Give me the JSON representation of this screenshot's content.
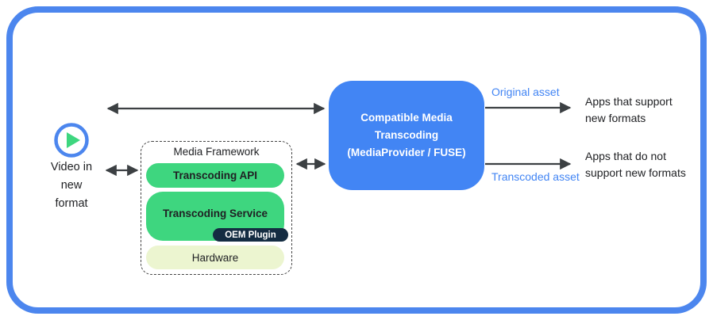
{
  "diagram": {
    "video_source": {
      "label": "Video in\nnew\nformat"
    },
    "media_framework": {
      "title": "Media Framework",
      "layers": {
        "transcoding_api": "Transcoding API",
        "transcoding_service": "Transcoding Service",
        "oem_plugin": "OEM Plugin",
        "hardware": "Hardware"
      }
    },
    "transcoding_box": {
      "label": "Compatible Media\nTranscoding\n(MediaProvider / FUSE)"
    },
    "outputs": {
      "original_asset": "Original asset",
      "transcoded_asset": "Transcoded asset",
      "apps_support": "Apps that support\nnew formats",
      "apps_no_support": "Apps that do not\nsupport new formats"
    },
    "colors": {
      "border_blue": "#4c86ee",
      "box_blue": "#4285f4",
      "label_blue": "#4285f4",
      "green": "#3ed67f",
      "pale_green": "#ecf5d0",
      "navy": "#142c42",
      "arrow": "#3c4043",
      "text": "#202124"
    }
  }
}
